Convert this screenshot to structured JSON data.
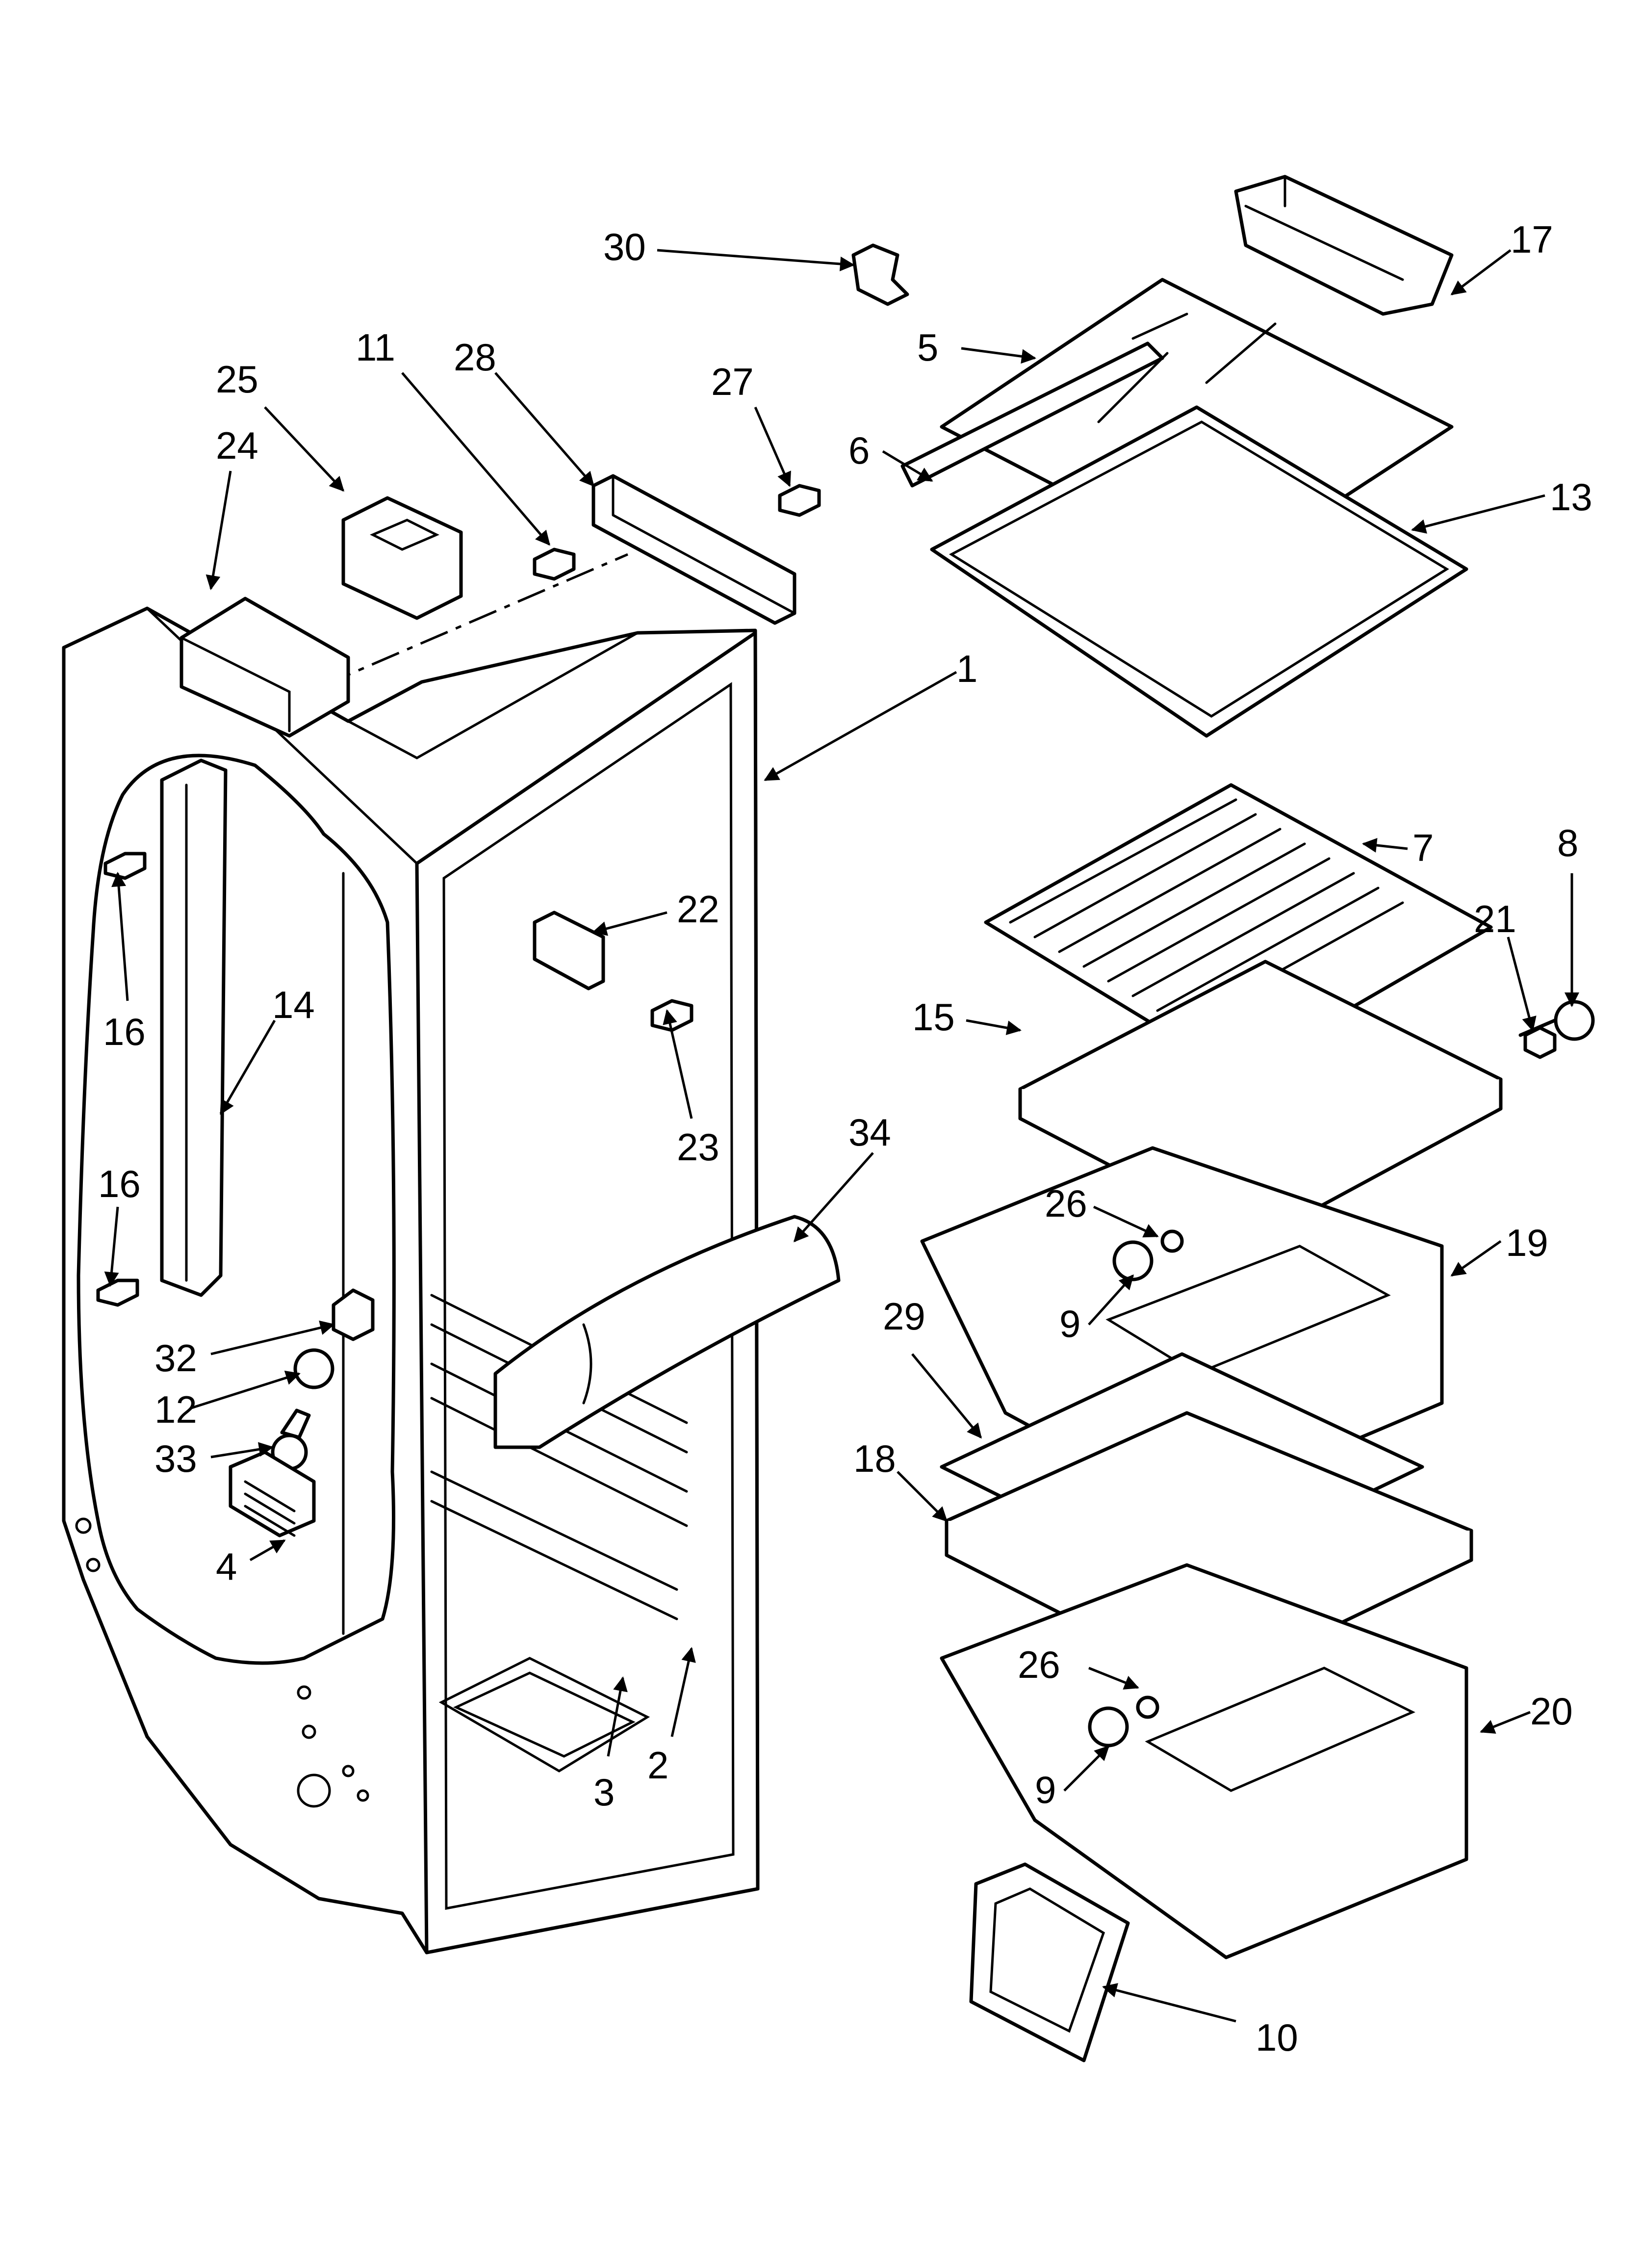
{
  "diagram": {
    "type": "exploded-parts-diagram",
    "callouts": [
      {
        "id": "c30",
        "label": "30"
      },
      {
        "id": "c17",
        "label": "17"
      },
      {
        "id": "c11",
        "label": "11"
      },
      {
        "id": "c28",
        "label": "28"
      },
      {
        "id": "c25",
        "label": "25"
      },
      {
        "id": "c27",
        "label": "27"
      },
      {
        "id": "c5",
        "label": "5"
      },
      {
        "id": "c24",
        "label": "24"
      },
      {
        "id": "c6",
        "label": "6"
      },
      {
        "id": "c13",
        "label": "13"
      },
      {
        "id": "c1",
        "label": "1"
      },
      {
        "id": "c7",
        "label": "7"
      },
      {
        "id": "c8",
        "label": "8"
      },
      {
        "id": "c22",
        "label": "22"
      },
      {
        "id": "c21",
        "label": "21"
      },
      {
        "id": "c16a",
        "label": "16"
      },
      {
        "id": "c14",
        "label": "14"
      },
      {
        "id": "c15",
        "label": "15"
      },
      {
        "id": "c34",
        "label": "34"
      },
      {
        "id": "c23",
        "label": "23"
      },
      {
        "id": "c16b",
        "label": "16"
      },
      {
        "id": "c26a",
        "label": "26"
      },
      {
        "id": "c19",
        "label": "19"
      },
      {
        "id": "c9a",
        "label": "9"
      },
      {
        "id": "c29",
        "label": "29"
      },
      {
        "id": "c32",
        "label": "32"
      },
      {
        "id": "c12",
        "label": "12"
      },
      {
        "id": "c33",
        "label": "33"
      },
      {
        "id": "c18",
        "label": "18"
      },
      {
        "id": "c4",
        "label": "4"
      },
      {
        "id": "c26b",
        "label": "26"
      },
      {
        "id": "c20",
        "label": "20"
      },
      {
        "id": "c9b",
        "label": "9"
      },
      {
        "id": "c3",
        "label": "3"
      },
      {
        "id": "c2",
        "label": "2"
      },
      {
        "id": "c10",
        "label": "10"
      }
    ]
  }
}
